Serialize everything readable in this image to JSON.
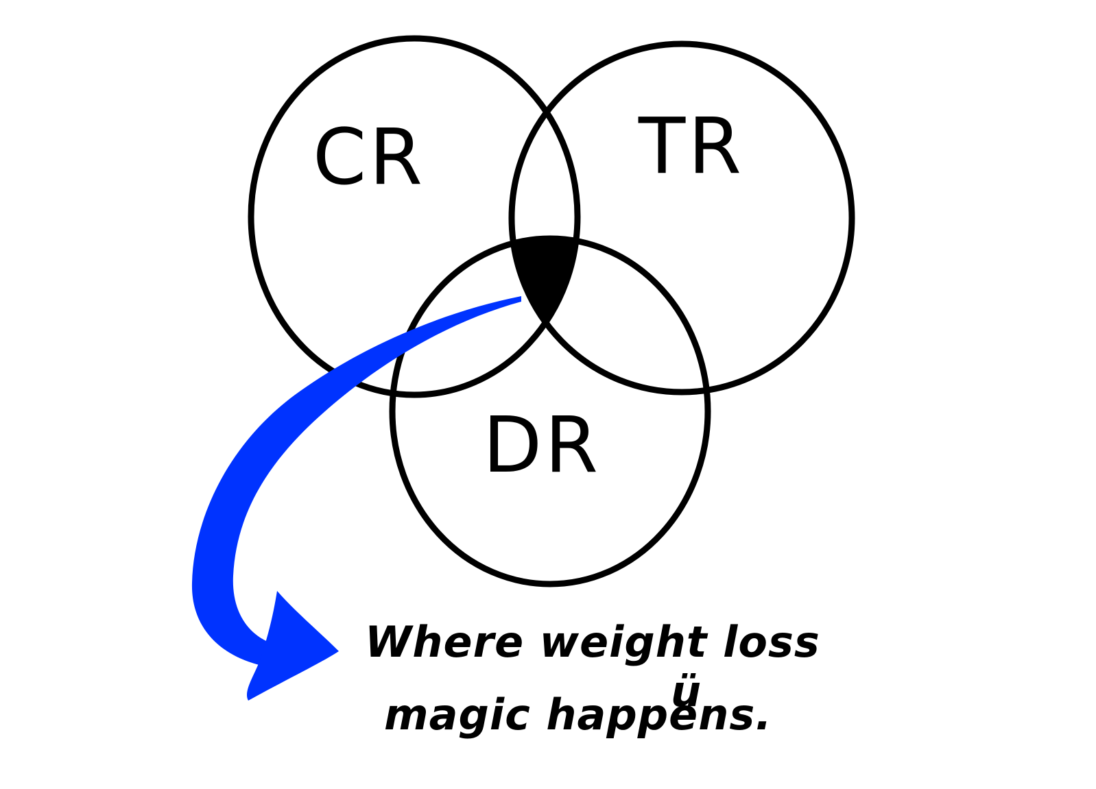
{
  "diagram": {
    "sets": [
      {
        "label": "CR"
      },
      {
        "label": "TR"
      },
      {
        "label": "DR"
      }
    ],
    "caption": {
      "line1": "Where weight loss",
      "line2": "magic happens.",
      "emoticon": "ü"
    },
    "colors": {
      "outline": "#000000",
      "intersection_fill": "#000000",
      "arrow": "#0033ff",
      "background": "#ffffff"
    },
    "icons": {
      "arrow": "curved-arrow-icon",
      "smiley": "smiley-icon"
    }
  }
}
